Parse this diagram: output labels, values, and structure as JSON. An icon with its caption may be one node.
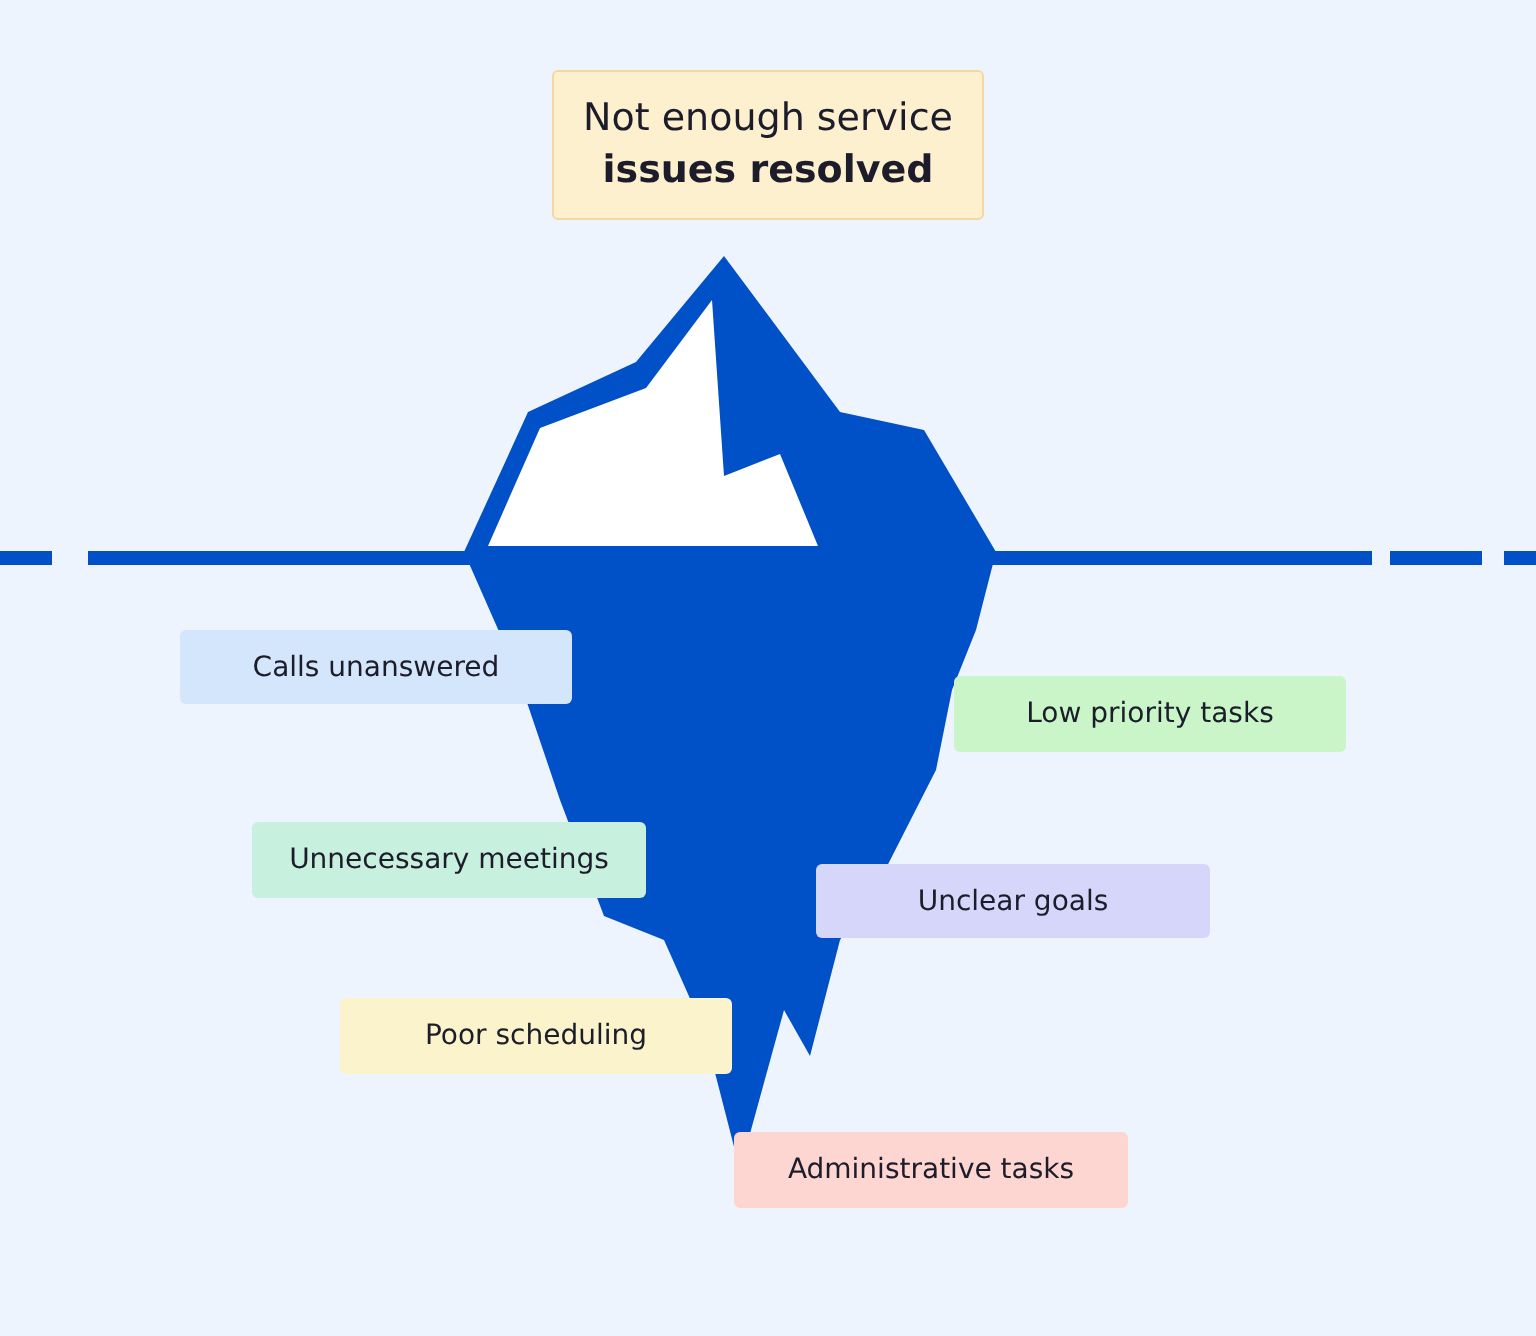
{
  "diagram": {
    "nodes": [
      {
        "text": [
          "Not enough service **issues resolved**"
        ]
      },
      {
        "text": [
          "Calls unanswered"
        ]
      },
      {
        "text": [
          "Low priority tasks"
        ]
      },
      {
        "text": [
          "Unnecessary meetings"
        ]
      },
      {
        "text": [
          "Unclear goals"
        ]
      },
      {
        "text": [
          "Poor scheduling"
        ]
      },
      {
        "text": [
          "Administrative tasks"
        ]
      }
    ]
  }
}
